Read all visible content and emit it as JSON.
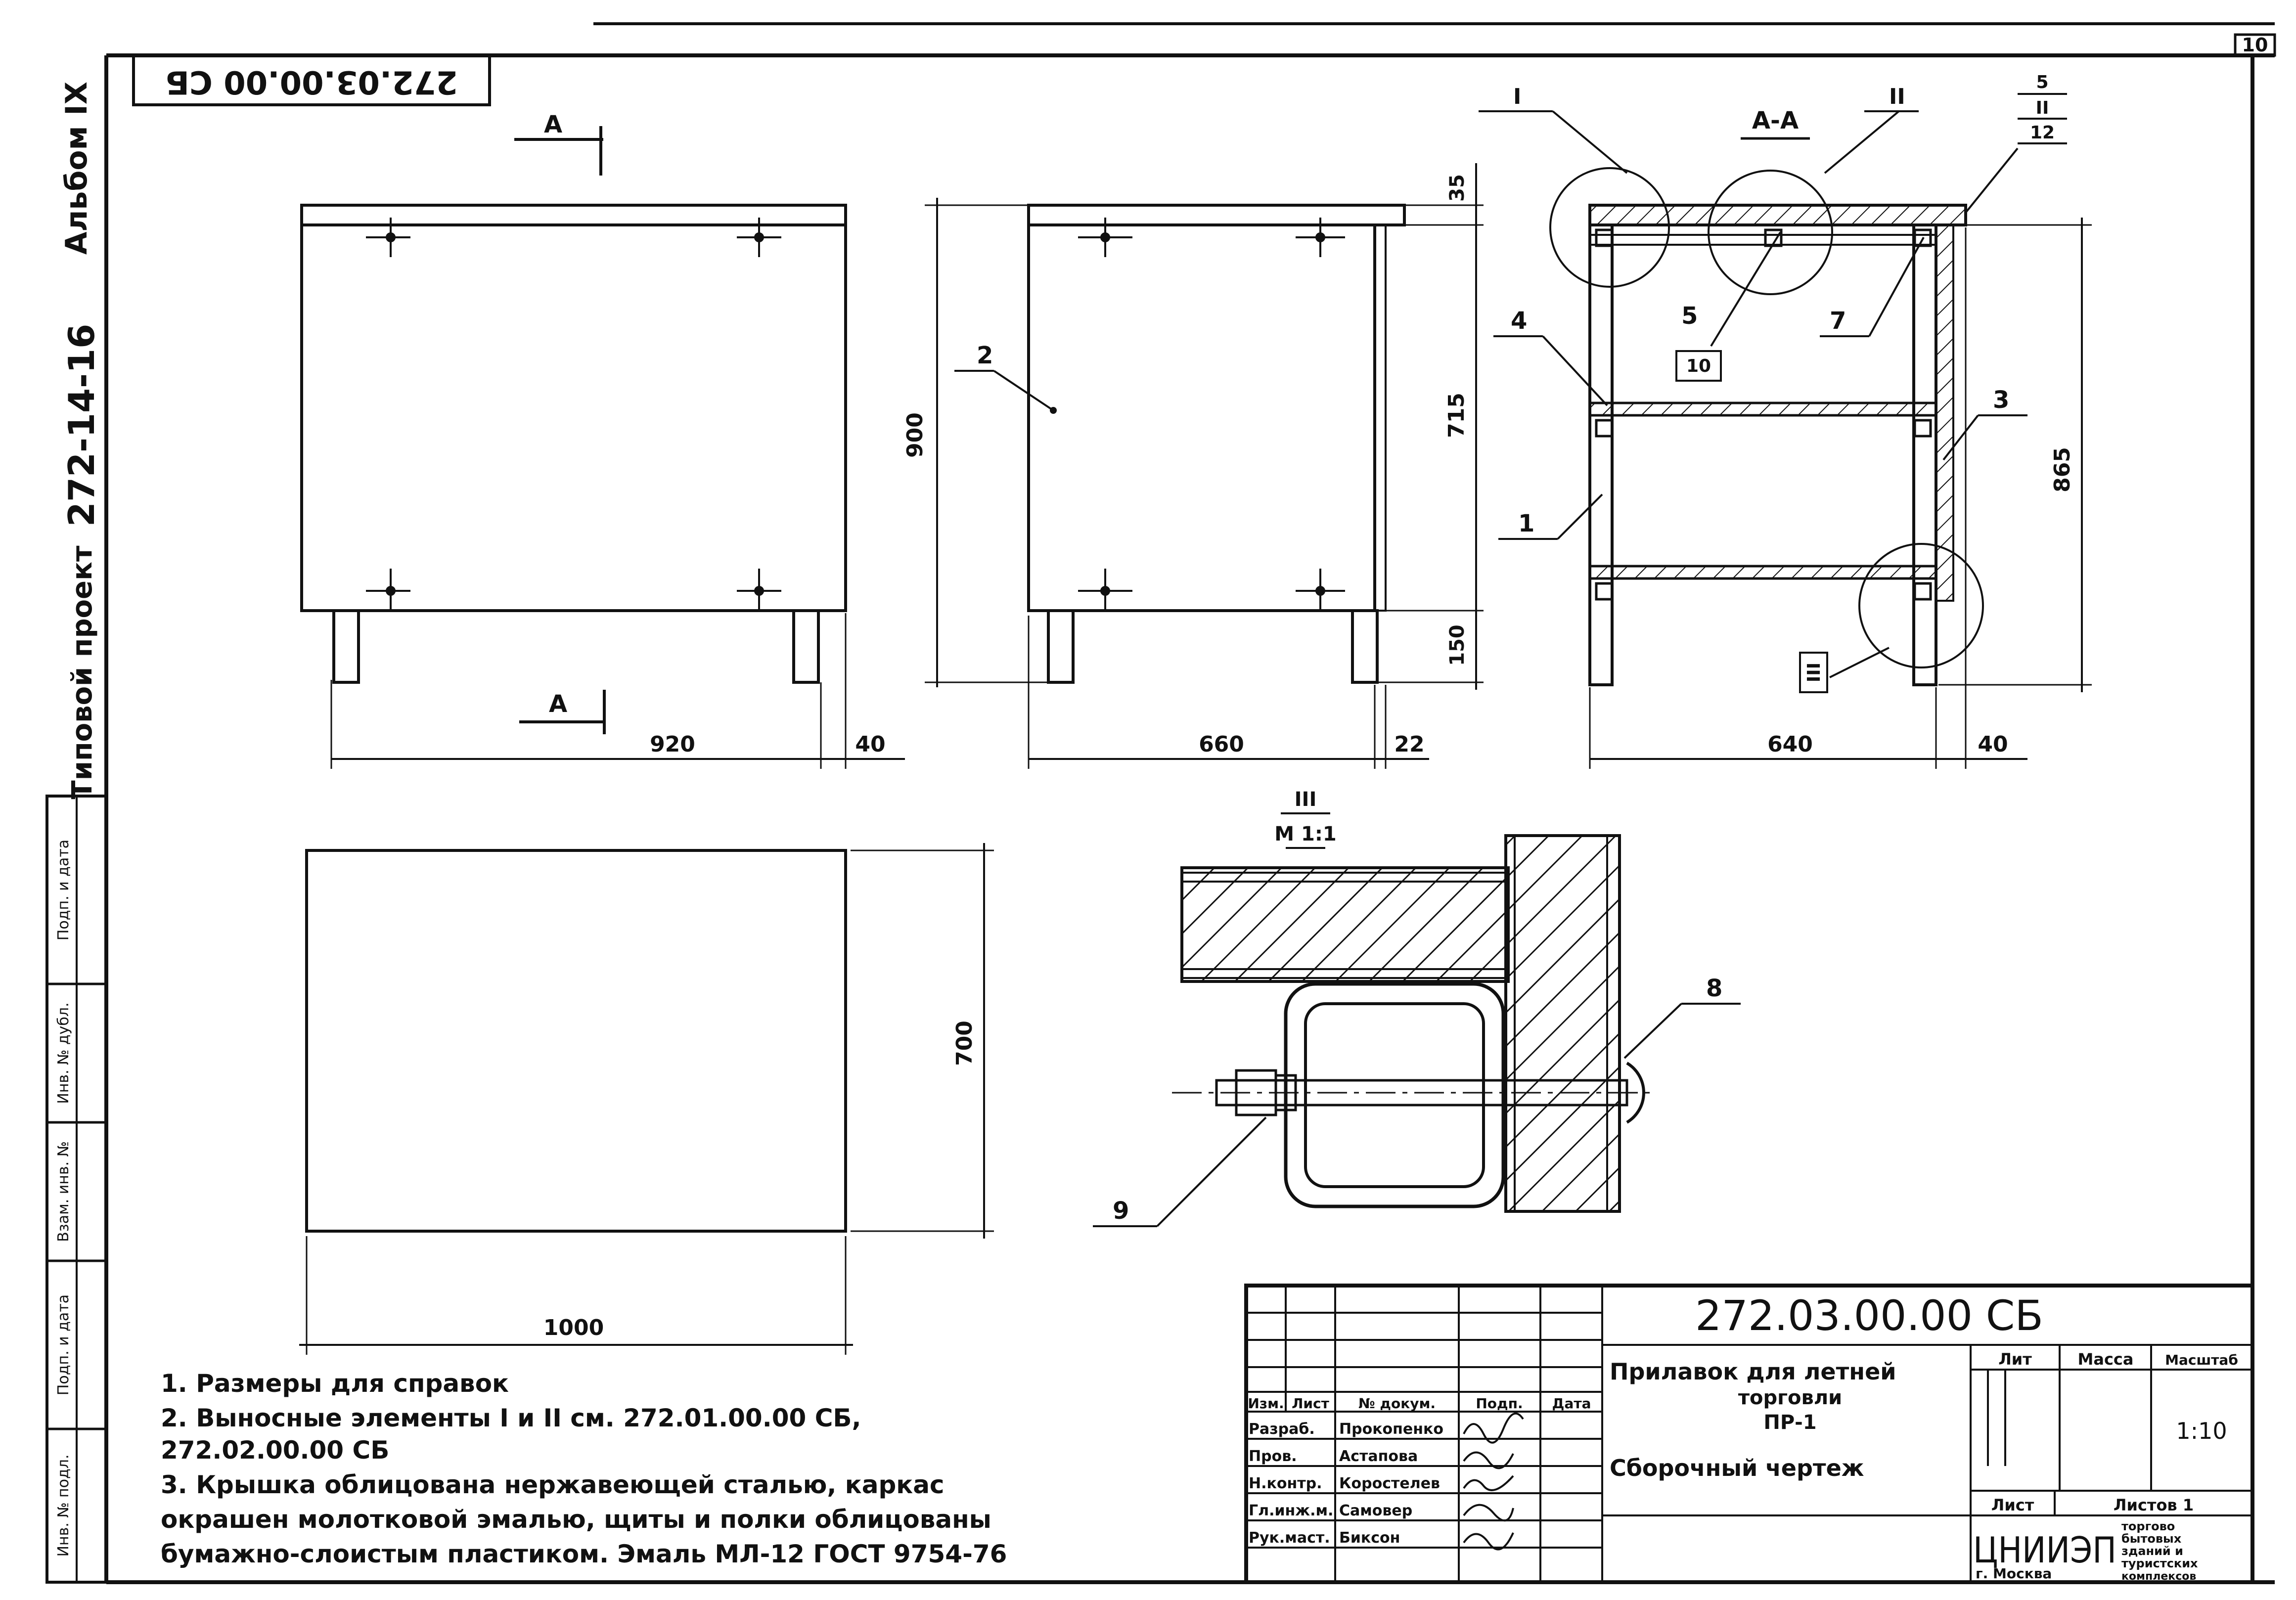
{
  "sheet_number": "10",
  "rotated_code": "272.03.00.00 СБ",
  "left_margin": {
    "album": "Альбом IX",
    "series": "272-14-16",
    "project": "Типовой проект",
    "stamps": [
      "Инв. № подл.",
      "Подп. и дата",
      "Взам. инв. №",
      "Инв. № дубл.",
      "Подп. и дата"
    ]
  },
  "views": {
    "section_marker": "А",
    "section_title": "А-А",
    "dims": {
      "front_width": "920",
      "front_offset": "40",
      "side_height": "900",
      "side_width": "660",
      "side_offset": "22",
      "top_thickness": "35",
      "body_height": "715",
      "leg_height": "150",
      "section_width": "640",
      "section_offset": "40",
      "section_height": "865",
      "plan_width": "1000",
      "plan_depth": "700"
    },
    "callouts": {
      "c1": "1",
      "c2": "2",
      "c3": "3",
      "c4": "4",
      "c5": "5",
      "c7": "7",
      "c8": "8",
      "c9": "9",
      "c10": "10",
      "node_I": "I",
      "node_II": "II",
      "node_III": "III",
      "frac_top": "5",
      "frac_mid": "II",
      "frac_bot": "12"
    },
    "detail_title": "III",
    "detail_scale": "М 1:1"
  },
  "notes": [
    "1.  Размеры для справок",
    "2.  Выносные элементы I и II  см. 272.01.00.00 СБ,",
    "     272.02.00.00 СБ",
    "3.  Крышка облицована нержавеющей сталью, каркас",
    "окрашен молотковой эмалью, щиты и полки облицованы",
    "бумажно-слоистым пластиком. Эмаль МЛ-12 ГОСТ 9754-76"
  ],
  "title_block": {
    "code": "272.03.00.00 СБ",
    "name_line1": "Прилавок для летней",
    "name_line2": "торговли",
    "name_line3": "ПР-1",
    "doc_type": "Сборочный чертеж",
    "headers": {
      "izm": "Изм.",
      "list": "Лист",
      "ndoc": "№ докум.",
      "podp": "Подп.",
      "data": "Дата"
    },
    "roles": [
      {
        "role": "Разраб.",
        "name": "Прокопенко"
      },
      {
        "role": "Пров.",
        "name": "Астапова"
      },
      {
        "role": "Н.контр.",
        "name": "Коростелев"
      },
      {
        "role": "Гл.инж.м.",
        "name": "Самовер"
      },
      {
        "role": "Рук.маст.",
        "name": "Биксон"
      }
    ],
    "lit": "Лит",
    "massa": "Масса",
    "masshtab": "Масштаб",
    "scale": "1:10",
    "sheet_label": "Лист",
    "sheets_label": "Листов 1",
    "org": "ЦНИИЭП",
    "org_desc": [
      "торгово",
      "бытовых",
      "зданий и",
      "туристских",
      "комплексов"
    ],
    "city": "г. Москва"
  }
}
